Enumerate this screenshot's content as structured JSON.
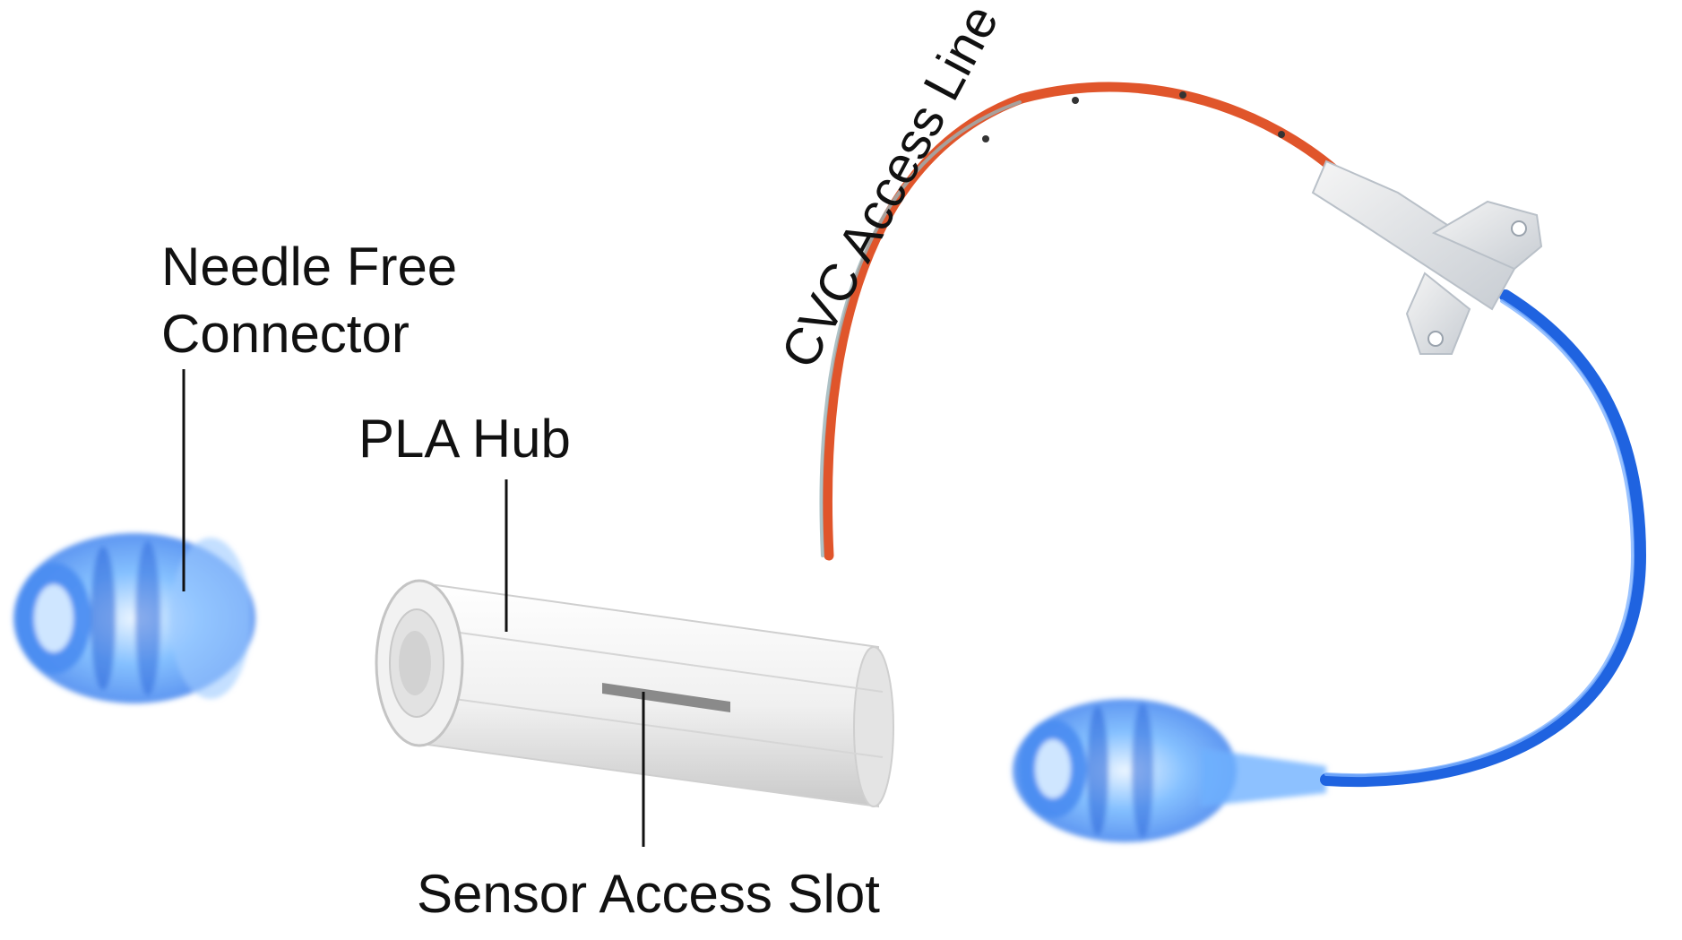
{
  "labels": {
    "needle_free_line1": "Needle Free",
    "needle_free_line2": "Connector",
    "pla_hub": "PLA Hub",
    "cvc_access_line": "CVC Access Line",
    "sensor_access_slot": "Sensor Access Slot"
  },
  "colors": {
    "connector_blue": "#3a8ef5",
    "catheter_orange": "#e0552b",
    "line_blue": "#1f63e0",
    "hub_white": "#f4f4f4"
  }
}
